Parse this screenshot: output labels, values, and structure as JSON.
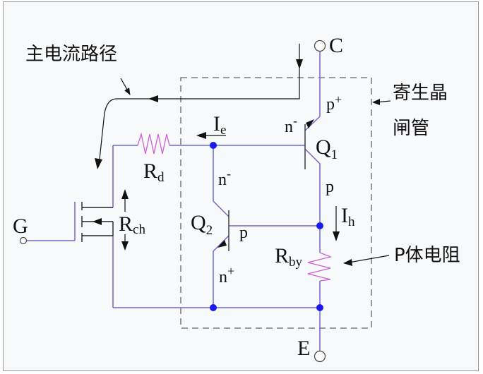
{
  "diagram": {
    "title_hidden": "IGBT equivalent circuit with parasitic thyristor",
    "annotations": {
      "main_current_path": "主电流路径",
      "parasitic_thyristor_line1": "寄生晶",
      "parasitic_thyristor_line2": "闸管",
      "p_body_resistor": "P体电阻"
    },
    "terminals": {
      "collector": "C",
      "gate": "G",
      "emitter": "E"
    },
    "components": {
      "rd": {
        "main": "R",
        "sub": "d"
      },
      "rch": {
        "main": "R",
        "sub": "ch"
      },
      "rby": {
        "main": "R",
        "sub": "by"
      },
      "q1": {
        "main": "Q",
        "sub": "1"
      },
      "q2": {
        "main": "Q",
        "sub": "2"
      },
      "ie": {
        "main": "I",
        "sub": "e"
      },
      "ih": {
        "main": "I",
        "sub": "h"
      }
    },
    "regions": {
      "p_plus": "p",
      "p_plus_sup": "+",
      "n_minus_q1": "n",
      "n_minus_q1_sup": "-",
      "p_q1": "p",
      "n_minus_q2": "n",
      "n_minus_q2_sup": "-",
      "p_q2": "p",
      "n_plus": "n",
      "n_plus_sup": "+"
    },
    "colors": {
      "wire": "#6b6bcc",
      "node": "#1a1aee",
      "resistor": "#d060d0",
      "arrow": "#111111",
      "dashed_box": "#666666"
    }
  }
}
